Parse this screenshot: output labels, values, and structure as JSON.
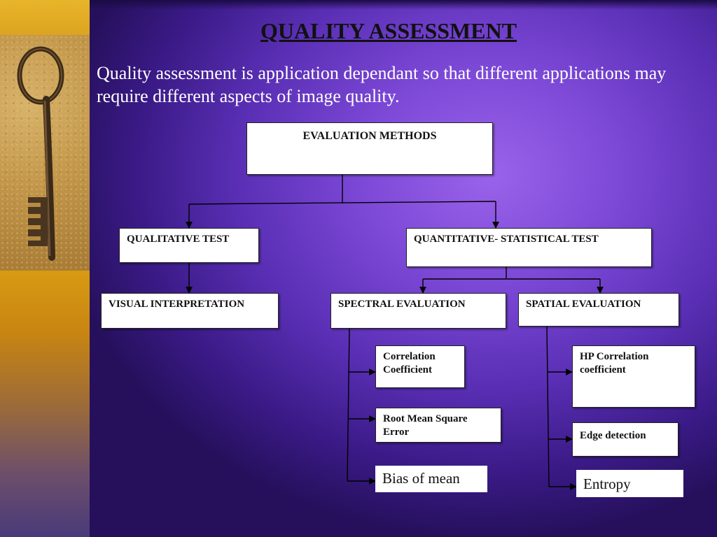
{
  "slide": {
    "title": "QUALITY ASSESSMENT",
    "intro": "Quality assessment is application dependant so that different applications may require different aspects of image quality."
  },
  "diagram": {
    "root": "EVALUATION METHODS",
    "qualitative": "QUALITATIVE TEST",
    "quantitative": "QUANTITATIVE- STATISTICAL TEST",
    "visual": "VISUAL INTERPRETATION",
    "spectral": "SPECTRAL EVALUATION",
    "spatial": "SPATIAL EVALUATION",
    "spectral_items": [
      "Correlation Coefficient",
      "Root Mean Square Error",
      "Bias of mean"
    ],
    "spatial_items": [
      "HP Correlation coefficient",
      "Edge detection",
      "Entropy"
    ]
  },
  "colors": {
    "background": "#5a2fb5",
    "accent": "#9a63ea",
    "box_fill": "#ffffff",
    "title_text": "#111111",
    "intro_text": "#ffffff"
  },
  "icons": [
    "key-icon"
  ]
}
